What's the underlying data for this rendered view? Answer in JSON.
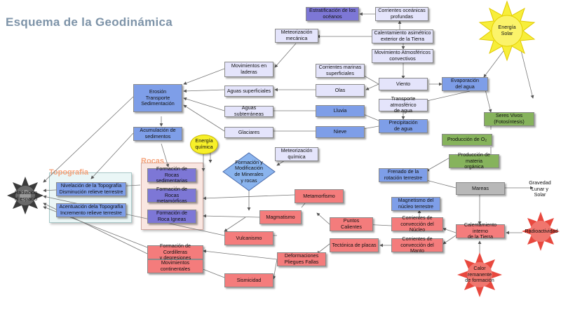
{
  "title": "Esquema de la Geodinámica",
  "panels": {
    "topografia": "Topografia",
    "rocas": "Rocas"
  },
  "nodes": {
    "estratificacion": "Estratificación de los\nocéanos",
    "corrientes_oceanicas": "Corrientes oceánicas\nprofundas",
    "energia_solar": "Energía\nSolar",
    "meteorizacion_mecanica": "Meteorización\nmecánica",
    "calentamiento_asimetrico": "Calentamiento asimétrico\nexterior de la Tierra",
    "movimientos_atmosfericos": "Movimiento Atmosféricos\nconvectivos",
    "movimientos_laderas": "Movimientos en\nladeras",
    "corrientes_marinas": "Corrientes marinas\nsuperficiales",
    "erosion": "Erosión\nTransporte\nSedimentación",
    "aguas_superficiales": "Aguas superficiales",
    "olas": "Olas",
    "viento": "Viento",
    "evaporacion": "Evaporación\ndel agua",
    "aguas_subterraneas": "Aguas subterráneas",
    "lluvia": "Lluvia",
    "transporte_atmosferico": "Transporte atmosférico\nde agua",
    "seres_vivos": "Seres Vivos\n(Fotosíntesis)",
    "precipitacion": "Precipitación\nde agua",
    "acumulacion": "Acumulación de\nsedimentos",
    "glaciares": "Glaciares",
    "nieve": "Nieve",
    "produccion_o2": "Producción de O₂",
    "energia_quimica": "Energía\nquímica",
    "meteorizacion_quimica": "Meteorización\nquímica",
    "produccion_materia": "Producción de materia\norgánica",
    "formacion_minerales": "Formación y\nModificación\nde Minerales\ny rocas",
    "frenado": "Frenado de la\nrotación terrestre",
    "formacion_sedimentarias": "Formación de\nRocas sedimentarias",
    "nivelacion": "Nivelación de la Topografía\nDisminución relieve terrestre",
    "mareas": "Mareas",
    "gravedad": "Gravedad\nLunar y\nSolar",
    "magnetismo": "Magnetismo del\nnúcleo terrestre",
    "radiacion": "Radiación\nal espacio",
    "formacion_metamorficas": "Formación de\nRocas metamórficas",
    "metamorfismo": "Metamorfismo",
    "acentuacion": "Acentuación dela  Topografía\nIncremento relieve terrestre",
    "formacion_igneas": "Formación de\nRoca Igneas",
    "magmatismo": "Magmatismo",
    "puntos_calientes": "Puntos\nCalientes",
    "corrientes_nucleo": "Corrientes de\nconvección del Núcleo",
    "calentamiento_interno": "Calentamiento interno\nde la Tierra",
    "radioactividad": "Radioactividad",
    "vulcanismo": "Vulcanismo",
    "tectonica": "Tectónica de placas",
    "corrientes_manto": "Corrientes de\nconvección del Manto",
    "formacion_cordilleras": "Formación de Cordilleras\ny depresiones",
    "deformaciones": "Deformaciones\nPliegues Fallas",
    "movimientos_continentales": "Movimientos\ncontinentales",
    "calor_remanente": "Calor\nremanente\nde formación",
    "sismicidad": "Sismicidad"
  },
  "colors": {
    "lavender": "#e4e4fb",
    "blue": "#7e9ee8",
    "red": "#f47c7c",
    "green": "#86b35c",
    "gray": "#b8b8b8",
    "purple": "#7d77d6",
    "sun": "#f7ee3a",
    "star_red": "#e8483e",
    "radiation": "#4a4a4a"
  }
}
